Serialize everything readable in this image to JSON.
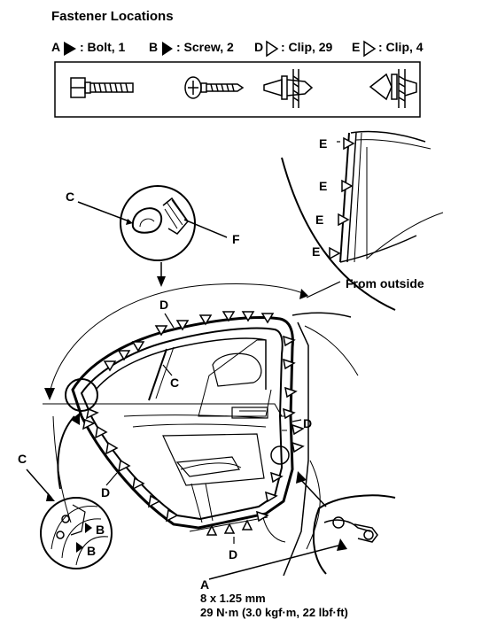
{
  "title": "Fastener Locations",
  "legend": [
    {
      "key": "A",
      "marker": "filled",
      "text": ": Bolt, 1"
    },
    {
      "key": "B",
      "marker": "filled",
      "text": ": Screw, 2"
    },
    {
      "key": "D",
      "marker": "outline",
      "text": ": Clip, 29"
    },
    {
      "key": "E",
      "marker": "outline",
      "text": ": Clip, 4"
    }
  ],
  "labels": {
    "c1": "C",
    "c2": "C",
    "c3": "C",
    "f": "F",
    "d1": "D",
    "d2": "D",
    "d3": "D",
    "d4": "D",
    "e1": "E",
    "e2": "E",
    "e3": "E",
    "e4": "E",
    "b1": "B",
    "b2": "B",
    "a": "A",
    "from_outside": "From outside"
  },
  "spec": {
    "size": "8 x 1.25 mm",
    "torque": "29 N·m (3.0 kgf·m, 22 lbf·ft)"
  },
  "colors": {
    "ink": "#000000",
    "paper": "#ffffff"
  }
}
